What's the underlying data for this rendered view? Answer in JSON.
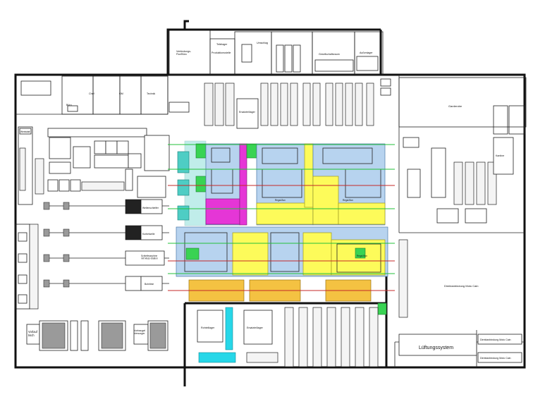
{
  "labels": {
    "top_left_room": "Verbindungs-\nFlur/Büro",
    "top_room_2": "Produktionsstelle",
    "top_room_3": "Teilelager",
    "top_room_4": "Umschlag",
    "top_room_5": "Gesellschaftsraum",
    "top_right_room": "Außenlager",
    "office_1": "Büro",
    "office_2": "Chef",
    "office_3": "GM",
    "office_4": "Technik",
    "left_block": "Werkstatt",
    "center_room": "Ersatzteillager",
    "garderobe": "Garderobe",
    "right_room": "Kantine",
    "machine_1": "Wellenschleifer",
    "machine_2": "Kurbelwelle",
    "machine_3": "Schleifmaschine\nmit Mess-Station",
    "machine_4": "Bohrlinie",
    "bottom_left_1": "Vorlauf\ntisch",
    "bottom_left_2": "Vorbaugel\nVersorger",
    "bottom_room_1": "Rohteillager",
    "bottom_room_2": "Ersatzteillager",
    "dinsta_big": "Direktanbindung Moto Cain",
    "dinsta_small_1": "Direktanbindung Moto Cain",
    "dinsta_small_2": "Direktanbindung Moto Cain",
    "lueftung": "Lüftungssystem",
    "tag_1": "Regal-Box",
    "tag_2": "Regal-Box",
    "tag_3": "Regal-Box"
  },
  "colors": {
    "blue_zone": "#b7d3ef",
    "yellow_zone": "#fdfb5a",
    "magenta_zone": "#e536d6",
    "orange_zone": "#f4c242",
    "green_marker": "#39d353",
    "teal_marker": "#4ecdc4",
    "cyan_marker": "#27d7e8",
    "walls": "#111111"
  }
}
